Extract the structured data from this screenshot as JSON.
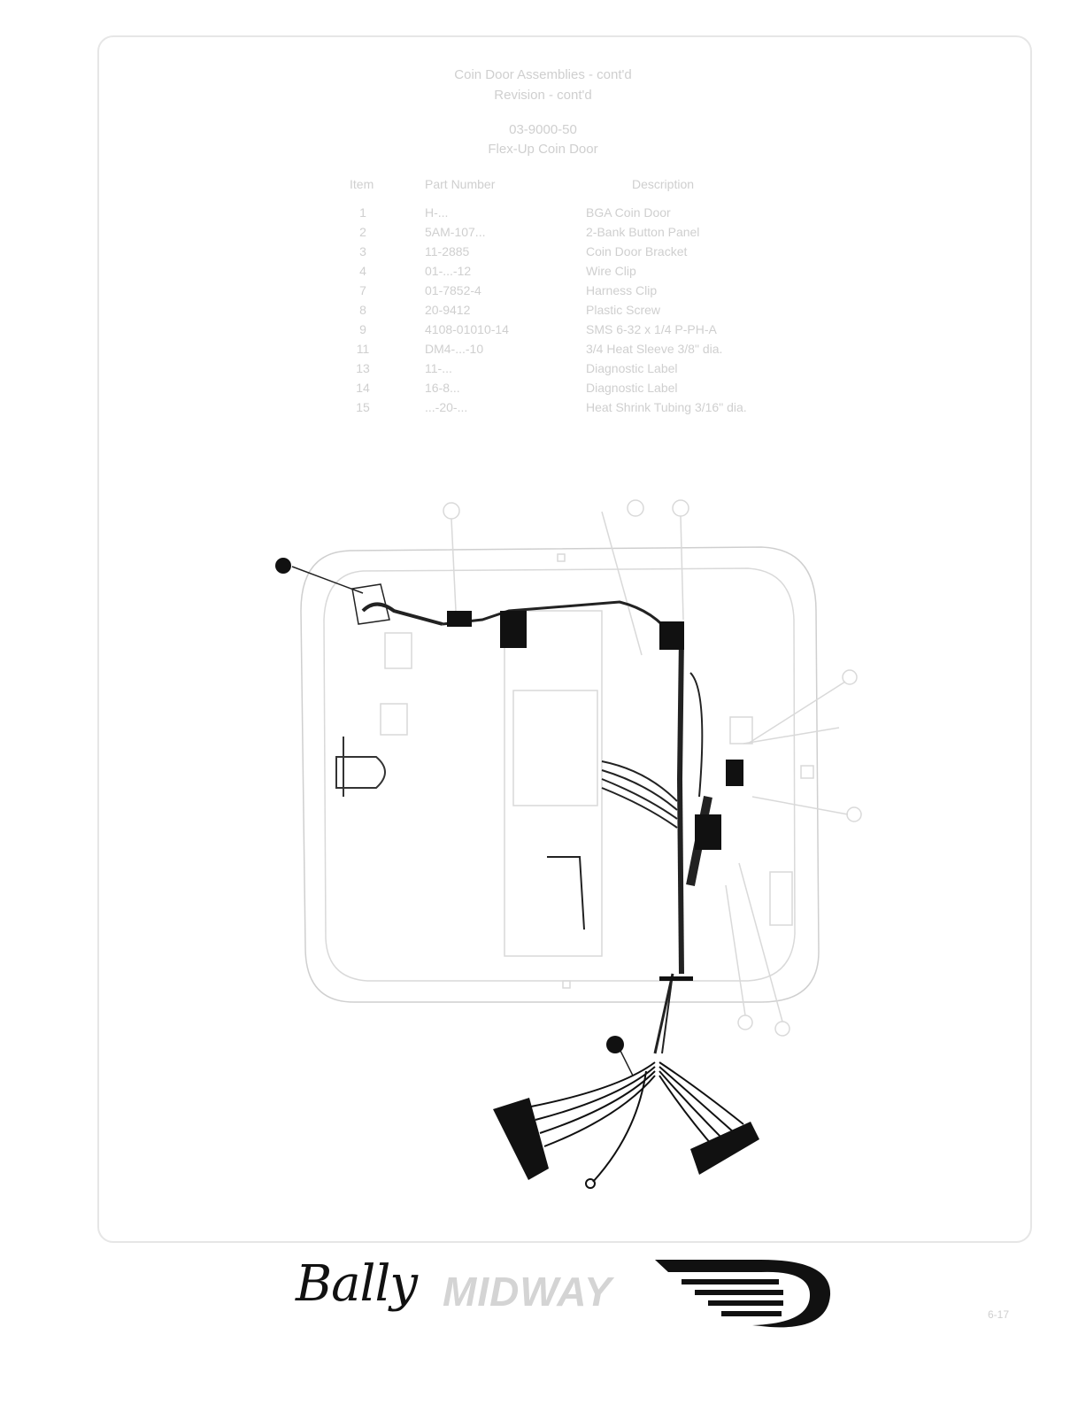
{
  "header": {
    "line1": "Coin Door Assemblies - cont'd",
    "line2": "Revision - cont'd",
    "line3": "03-9000-50",
    "line4": "Flex-Up Coin Door"
  },
  "columns": {
    "item": "Item",
    "part": "Part Number",
    "desc": "Description"
  },
  "parts": [
    {
      "item": "1",
      "part": "H-...",
      "desc": "BGA Coin Door"
    },
    {
      "item": "2",
      "part": "5AM-107...",
      "desc": "2-Bank Button Panel"
    },
    {
      "item": "3",
      "part": "11-2885",
      "desc": "Coin Door Bracket"
    },
    {
      "item": "4",
      "part": "01-...-12",
      "desc": "Wire Clip"
    },
    {
      "item": "7",
      "part": "01-7852-4",
      "desc": "Harness Clip"
    },
    {
      "item": "8",
      "part": "20-9412",
      "desc": "Plastic Screw"
    },
    {
      "item": "9",
      "part": "4108-01010-14",
      "desc": "SMS 6-32 x 1/4 P-PH-A"
    },
    {
      "item": "11",
      "part": "DM4-...-10",
      "desc": "3/4 Heat Sleeve 3/8\" dia."
    },
    {
      "item": "13",
      "part": "11-...",
      "desc": "Diagnostic Label"
    },
    {
      "item": "14",
      "part": "16-8...",
      "desc": "Diagnostic Label"
    },
    {
      "item": "15",
      "part": "...-20-...",
      "desc": "Heat Shrink Tubing 3/16\" dia."
    }
  ],
  "brand": {
    "name1": "Bally",
    "name2": "MIDWAY"
  },
  "page_number": "6-17",
  "colors": {
    "ink": "#111111",
    "faded": "#cfcfcf",
    "frame": "#e6e6e6"
  }
}
